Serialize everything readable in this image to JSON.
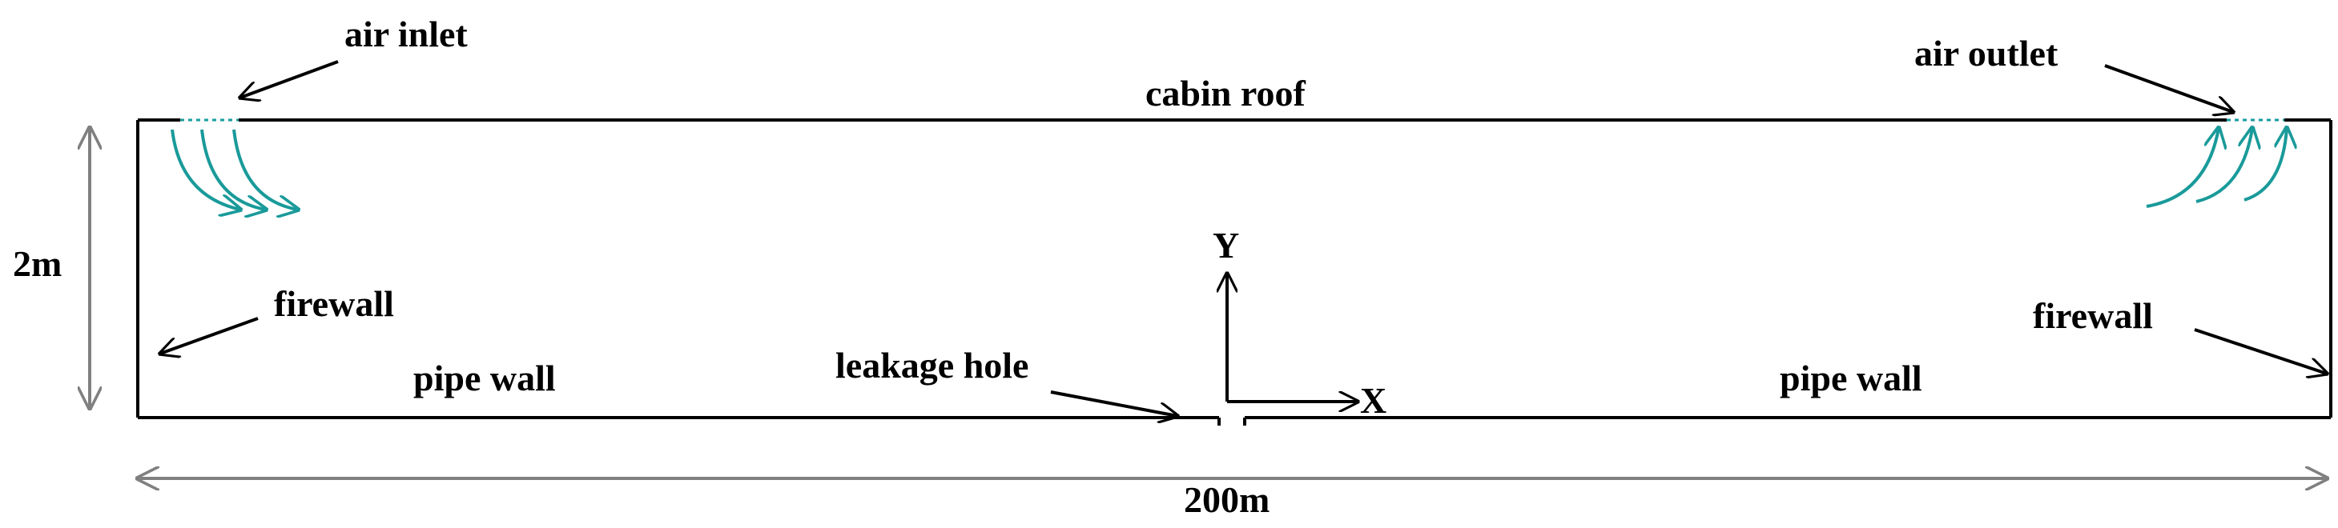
{
  "labels": {
    "air_inlet": "air inlet",
    "air_outlet": "air outlet",
    "cabin_roof": "cabin roof",
    "firewall_left": "firewall",
    "firewall_right": "firewall",
    "pipe_wall_left": "pipe wall",
    "pipe_wall_right": "pipe wall",
    "leakage_hole": "leakage hole",
    "axis_y": "Y",
    "axis_x": "X",
    "height_dim": "2m",
    "length_dim": "200m"
  },
  "colors": {
    "outline": "#000000",
    "airflow": "#1a9a9a",
    "dimension": "#808080"
  }
}
